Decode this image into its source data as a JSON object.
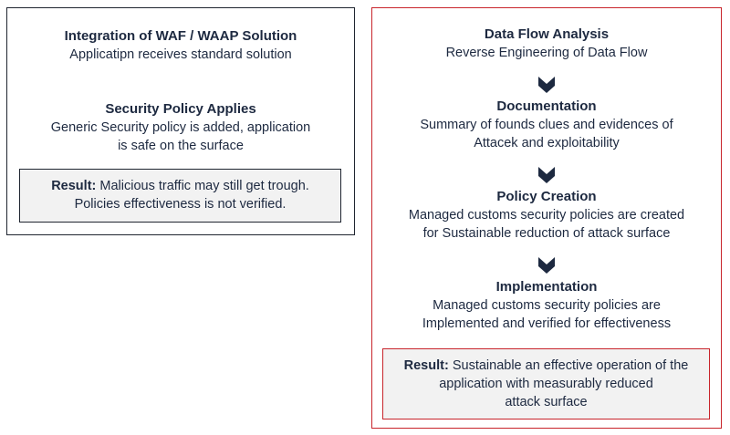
{
  "left": {
    "steps": [
      {
        "title": "Integration of WAF / WAAP Solution",
        "desc": "Applicatipn receives standard solution"
      },
      {
        "title": "Security Policy Applies",
        "desc": "Generic Security policy is added, application\nis safe on the surface"
      }
    ],
    "result": {
      "label": "Result:",
      "line1": "Malicious traffic may still get trough.",
      "line2": "Policies effectiveness is not verified."
    }
  },
  "right": {
    "steps": [
      {
        "title": "Data Flow Analysis",
        "desc": "Reverse Engineering of Data Flow"
      },
      {
        "title": "Documentation",
        "desc": "Summary of founds clues and evidences of\nAttacek and exploitability"
      },
      {
        "title": "Policy Creation",
        "desc": "Managed customs security policies are created\nfor Sustainable reduction of attack surface"
      },
      {
        "title": "Implementation",
        "desc": "Managed customs security policies are\nImplemented and verified for effectiveness"
      }
    ],
    "result": {
      "label": "Result:",
      "line1": "Sustainable an effective operation of the",
      "line2": "application with measurably reduced",
      "line3": "attack surface"
    }
  },
  "colors": {
    "left_border": "#1f2530",
    "right_border": "#c8242b",
    "text": "#1d2940",
    "arrow": "#1d2940",
    "result_fill": "#f2f2f2"
  },
  "icons": {
    "arrow": "chevron-down-icon"
  }
}
